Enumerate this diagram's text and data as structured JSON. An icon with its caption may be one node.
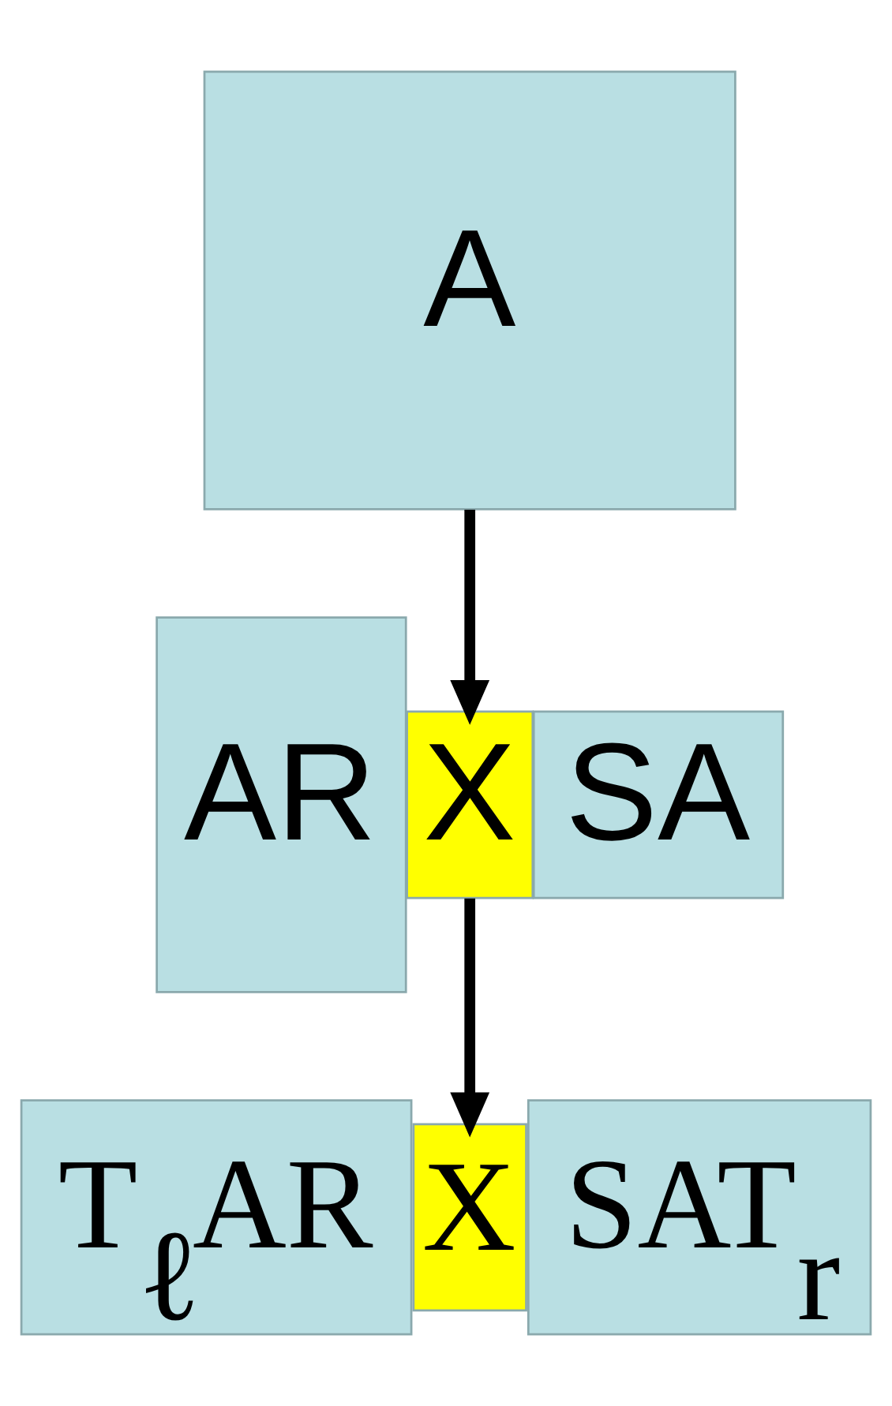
{
  "diagram": {
    "nodes": [
      {
        "text": [
          "A"
        ]
      },
      {
        "text": [
          "AR"
        ]
      },
      {
        "text": [
          "X"
        ]
      },
      {
        "text": [
          "SA"
        ]
      },
      {
        "text": [
          "T$_{ℓ}$AR"
        ]
      },
      {
        "text": [
          "X"
        ]
      },
      {
        "text": [
          "SAT$_{r}$"
        ]
      }
    ],
    "edges": [
      {
        "from": 0,
        "to": 2,
        "arrow": "to"
      },
      {
        "from": 2,
        "to": 5,
        "arrow": "to"
      }
    ]
  }
}
